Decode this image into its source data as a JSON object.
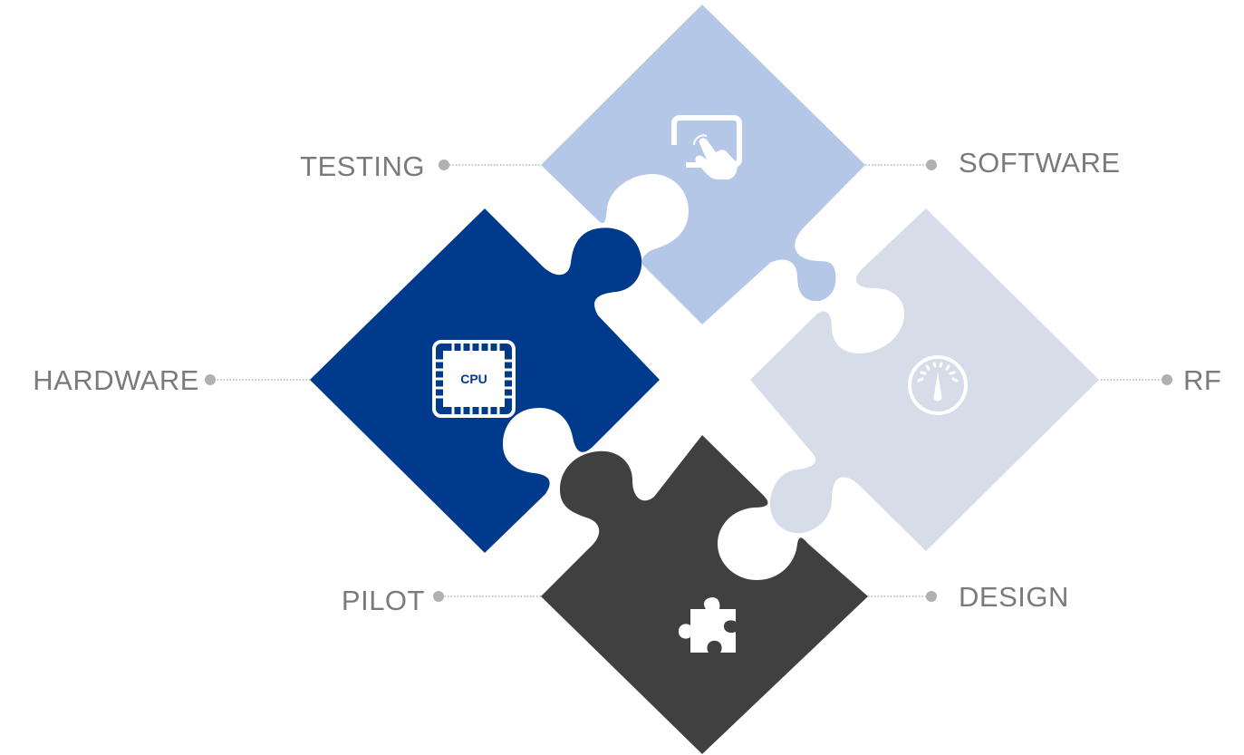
{
  "labels": {
    "testing": "TESTING",
    "software": "SOFTWARE",
    "hardware": "HARDWARE",
    "rf": "RF",
    "pilot": "PILOT",
    "design": "DESIGN"
  },
  "icons": {
    "cpu_text": "CPU",
    "software_icon": "touch-screen-icon",
    "hardware_icon": "cpu-chip-icon",
    "rf_icon": "gauge-icon",
    "pilot_icon": "puzzle-piece-icon"
  },
  "colors": {
    "software_piece": "#b4c7e7",
    "hardware_piece": "#003a8c",
    "rf_piece": "#d6dde8",
    "pilot_piece": "#404040",
    "connector": "#b0b0b0",
    "label_text": "#7a7a7a"
  }
}
